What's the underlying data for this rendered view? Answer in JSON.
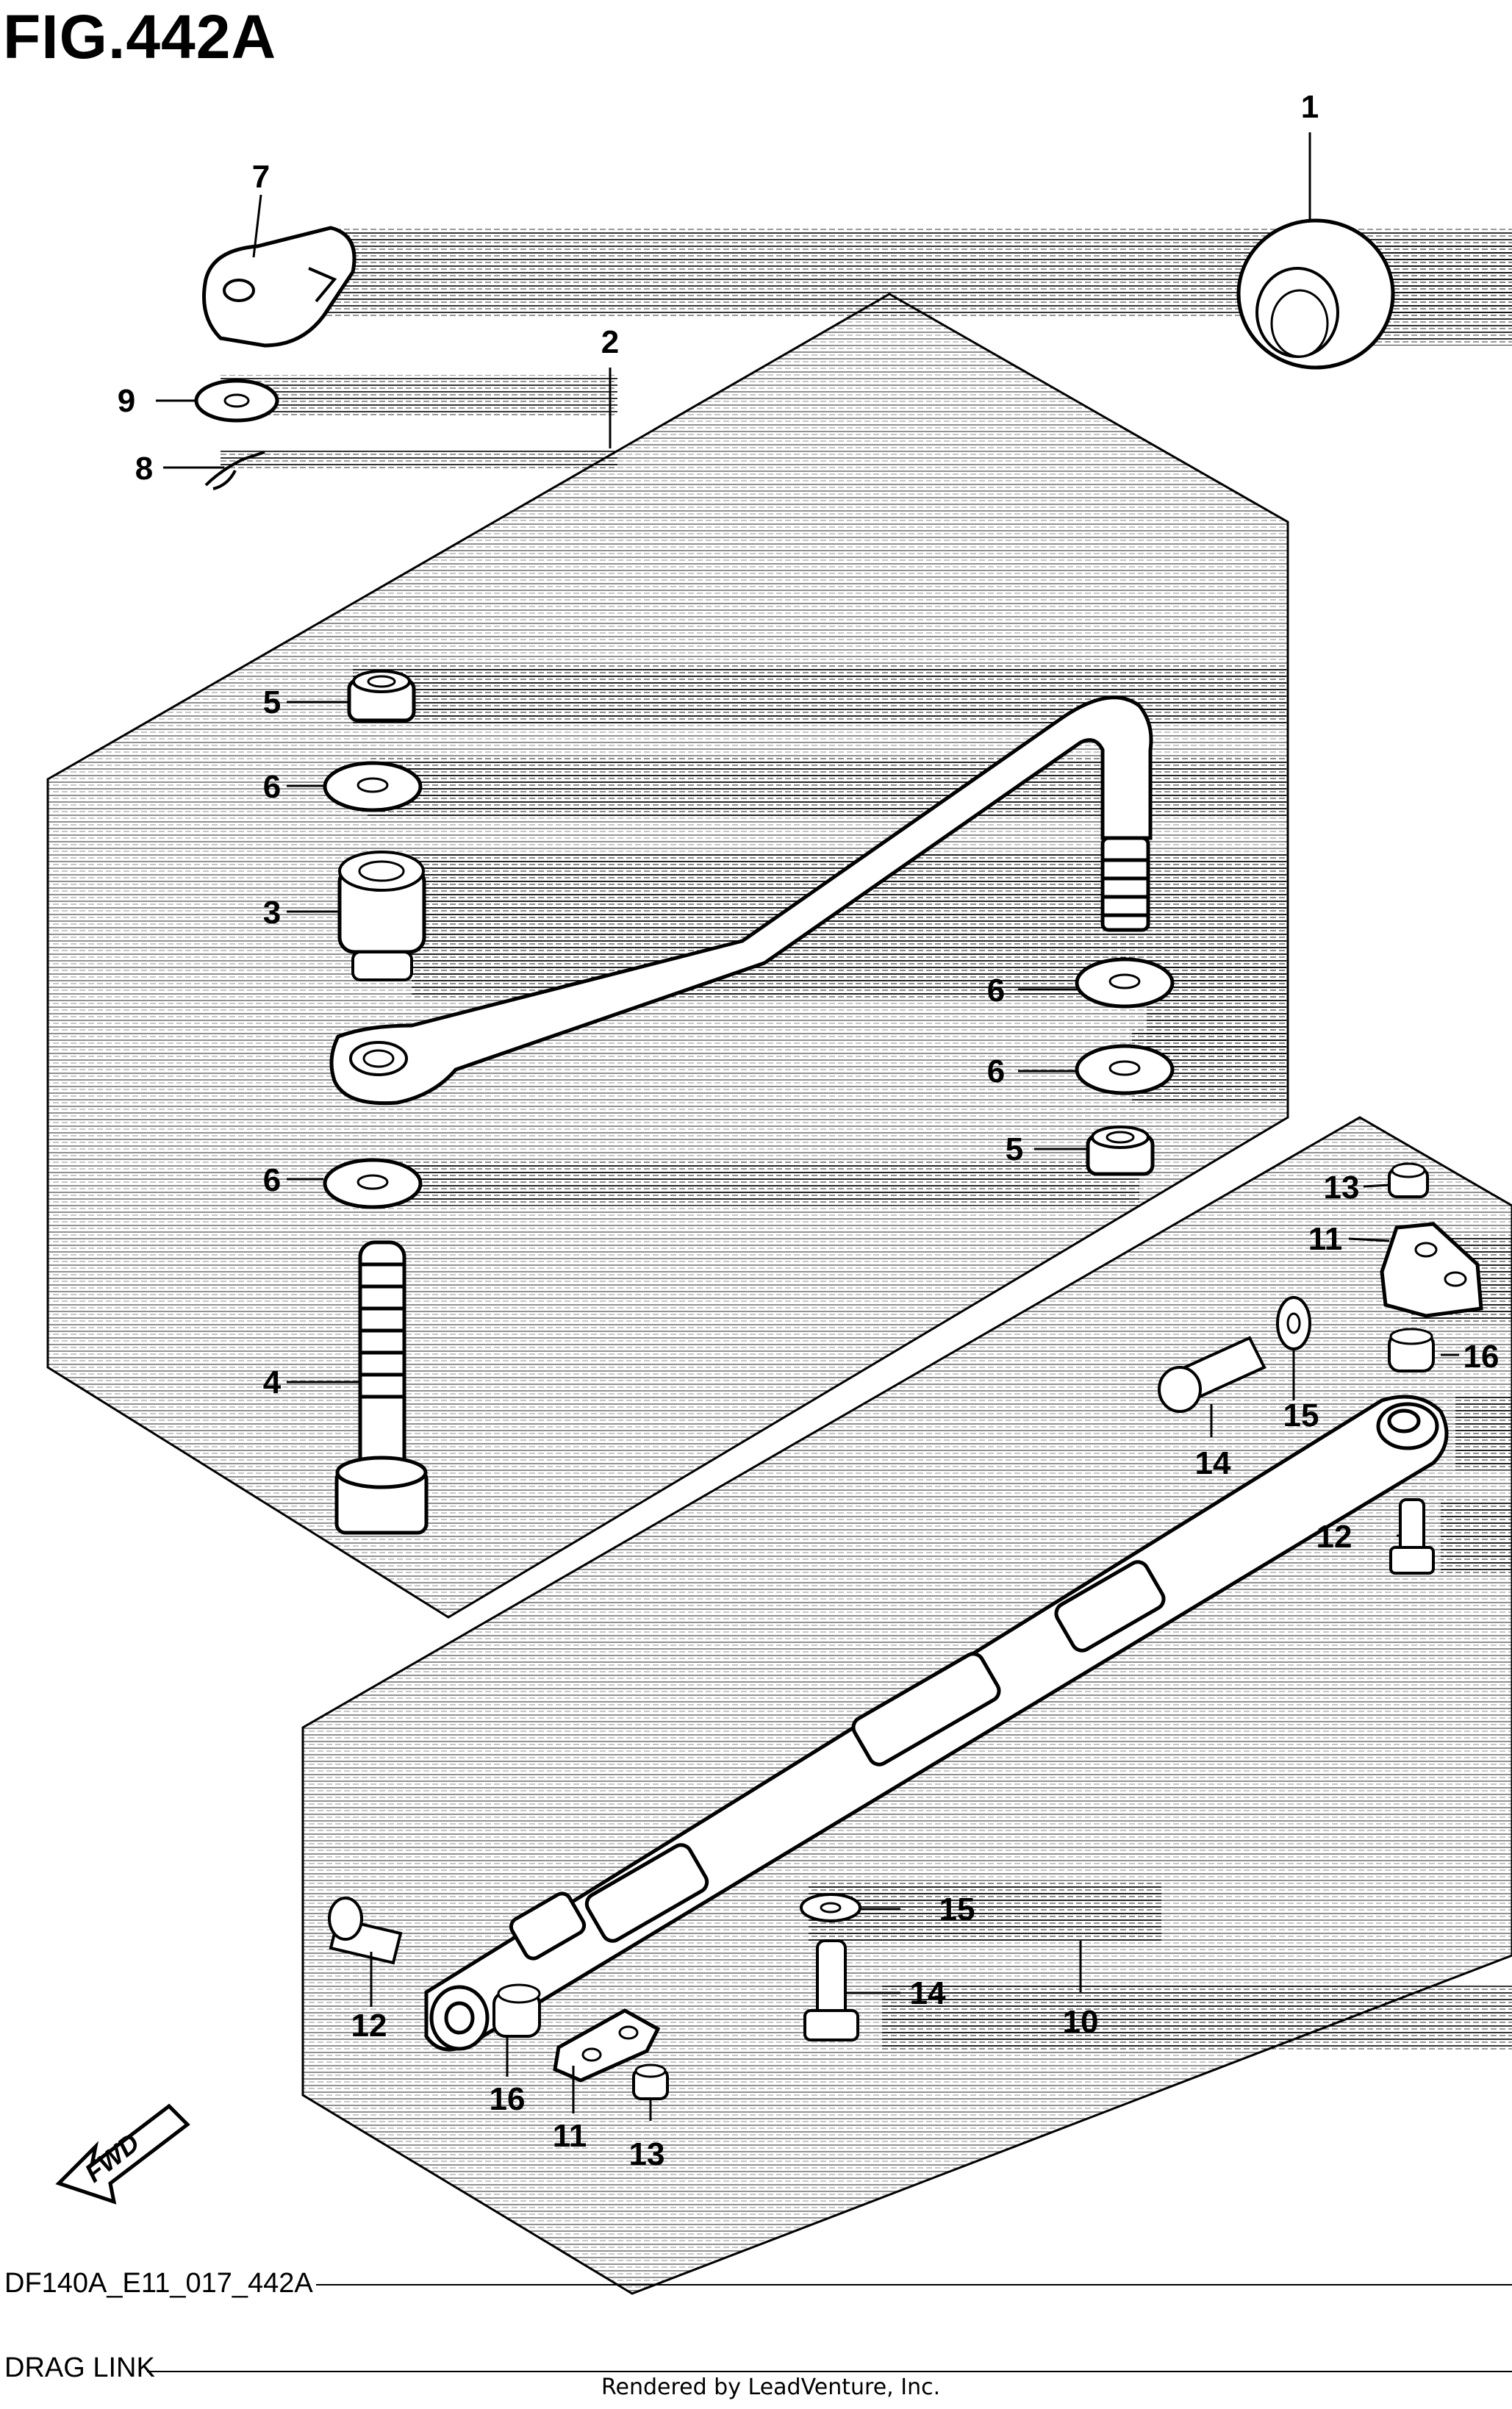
{
  "figure": {
    "title": "FIG.442A",
    "code": "DF140A_E11_017_442A",
    "name": "DRAG LINK",
    "credit": "Rendered by LeadVenture, Inc.",
    "direction_label": "FWD"
  },
  "callouts": [
    "1",
    "7",
    "2",
    "9",
    "8",
    "5",
    "6",
    "3",
    "6",
    "6",
    "5",
    "6",
    "4",
    "13",
    "11",
    "16",
    "15",
    "14",
    "12",
    "15",
    "14",
    "10",
    "12",
    "16",
    "11",
    "13"
  ]
}
